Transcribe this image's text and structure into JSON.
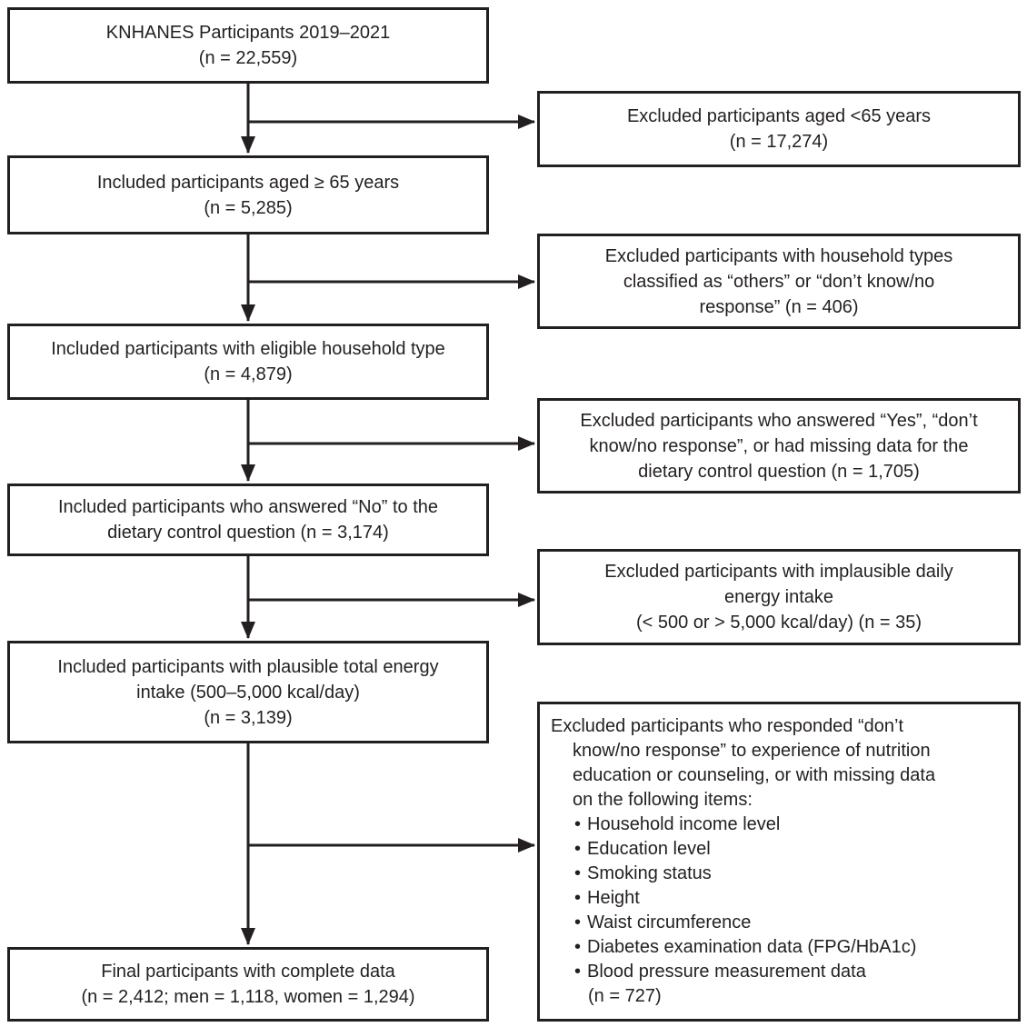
{
  "diagram_title": "KNHANES participant selection flowchart",
  "colors": {
    "line": "#231f20",
    "text": "#231f20",
    "background": "#ffffff"
  },
  "boxes": {
    "l1": {
      "lines": [
        "KNHANES Participants 2019–2021",
        "(n = 22,559)"
      ]
    },
    "l2": {
      "lines": [
        "Included participants aged ≥ 65 years",
        "(n = 5,285)"
      ]
    },
    "l3": {
      "lines": [
        "Included participants with eligible household type",
        "(n = 4,879)"
      ]
    },
    "l4": {
      "lines": [
        "Included participants who answered “No” to the",
        "dietary control question (n = 3,174)"
      ]
    },
    "l5": {
      "lines": [
        "Included participants with plausible total energy",
        "intake (500–5,000 kcal/day)",
        "(n = 3,139)"
      ]
    },
    "l6": {
      "lines": [
        "Final participants with complete data",
        "(n = 2,412; men = 1,118, women = 1,294)"
      ]
    },
    "r1": {
      "lines": [
        "Excluded participants aged <65 years",
        "(n = 17,274)"
      ]
    },
    "r2": {
      "lines": [
        "Excluded participants with household types",
        "classified as “others” or “don’t know/no",
        "response” (n = 406)"
      ]
    },
    "r3": {
      "lines": [
        "Excluded participants who answered “Yes”, “don’t",
        "know/no response”, or had missing data for the",
        "dietary control question (n = 1,705)"
      ]
    },
    "r4": {
      "lines": [
        "Excluded participants with implausible daily",
        "energy intake",
        "(< 500 or > 5,000 kcal/day) (n = 35)"
      ]
    },
    "r5": {
      "intro_lines": [
        "Excluded participants who responded “don’t",
        "know/no response” to experience of nutrition",
        "education or counseling, or with missing data",
        "on the following items:"
      ],
      "bullets": [
        "Household income level",
        "Education level",
        "Smoking status",
        "Height",
        "Waist circumference",
        "Diabetes examination data (FPG/HbA1c)",
        "Blood pressure measurement data"
      ],
      "note": "(n = 727)"
    }
  }
}
